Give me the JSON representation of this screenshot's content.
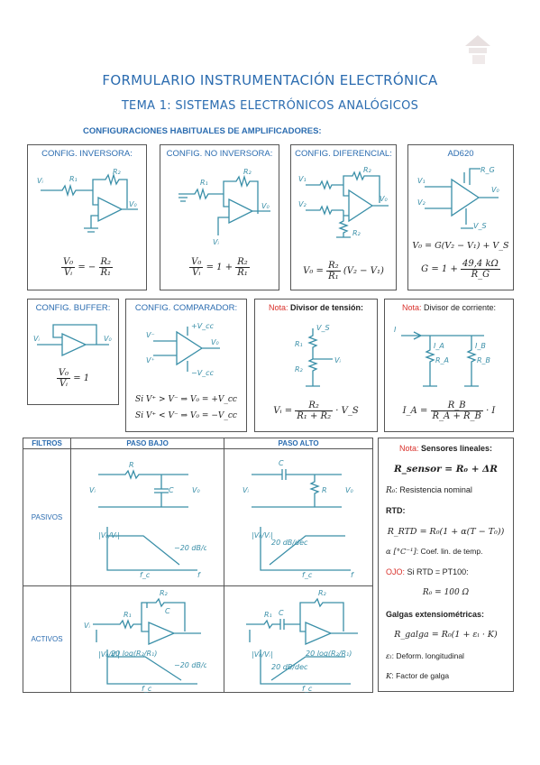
{
  "title": "FORMULARIO INSTRUMENTACIÓN ELECTRÓNICA",
  "subtitle": "TEMA 1: SISTEMAS ELECTRÓNICOS ANALÓGICOS",
  "section_heading": "CONFIGURACIONES HABITUALES DE AMPLIFICADORES:",
  "configs": {
    "inversora": {
      "header": "CONFIG. INVERSORA:",
      "lhs_num": "V₀",
      "lhs_den": "Vᵢ",
      "rhs_pre": "= −",
      "rhs_num": "R₂",
      "rhs_den": "R₁"
    },
    "no_inversora": {
      "header": "CONFIG. NO INVERSORA:",
      "lhs_num": "V₀",
      "lhs_den": "Vᵢ",
      "rhs_pre": "= 1 +",
      "rhs_num": "R₂",
      "rhs_den": "R₁"
    },
    "diferencial": {
      "header": "CONFIG. DIFERENCIAL:",
      "lhs": "V₀ =",
      "rhs_num": "R₂",
      "rhs_den": "R₁",
      "rhs_post": "(V₂ − V₁)"
    },
    "ad620": {
      "header": "AD620",
      "f1": "V₀ = G(V₂ − V₁) + V_S",
      "f2_pre": "G = 1 +",
      "f2_num": "49,4 kΩ",
      "f2_den": "R_G"
    },
    "buffer": {
      "header": "CONFIG. BUFFER:",
      "lhs_num": "V₀",
      "lhs_den": "Vᵢ",
      "rhs": "= 1"
    },
    "comparador": {
      "header": "CONFIG. COMPARADOR:",
      "f1": "Si V⁺ > V⁻ ⇒ V₀ = +V_cc",
      "f2": "Si V⁺ < V⁻ ⇒ V₀ = −V_cc"
    },
    "divisor_tension": {
      "nota": "Nota:",
      "header": "Divisor de tensión:",
      "lhs": "Vᵢ =",
      "num": "R₂",
      "den": "R₁ + R₂",
      "post": "· V_S"
    },
    "divisor_corriente": {
      "nota": "Nota:",
      "header": "Divisor de corriente:",
      "lhs": "I_A =",
      "num": "R_B",
      "den": "R_A + R_B",
      "post": "· I"
    }
  },
  "filters": {
    "col_filtros": "FILTROS",
    "col_bajo": "PASO BAJO",
    "col_alto": "PASO ALTO",
    "row_pasivos": "PASIVOS",
    "row_activos": "ACTIVOS"
  },
  "sensores": {
    "nota": "Nota:",
    "header": "Sensores lineales:",
    "main": "R_sensor = R₀ + ΔR",
    "r0_sym": "R₀",
    "r0_desc": ": Resistencia nominal",
    "rtd_label": "RTD:",
    "rtd_formula": "R_RTD = R₀(1 + α(T − T₀))",
    "alpha_sym": "α [°C⁻¹]",
    "alpha_desc": ": Coef. lin. de temp.",
    "ojo": "OJO:",
    "ojo_text": "Si RTD = PT100:",
    "pt100": "R₀ = 100 Ω",
    "galgas_label": "Galgas extensiométricas:",
    "galga_formula": "R_galga = R₀(1 + εₗ · K)",
    "eps_sym": "εₗ",
    "eps_desc": ": Deform. longitudinal",
    "k_sym": "K",
    "k_desc": ": Factor de galga"
  }
}
